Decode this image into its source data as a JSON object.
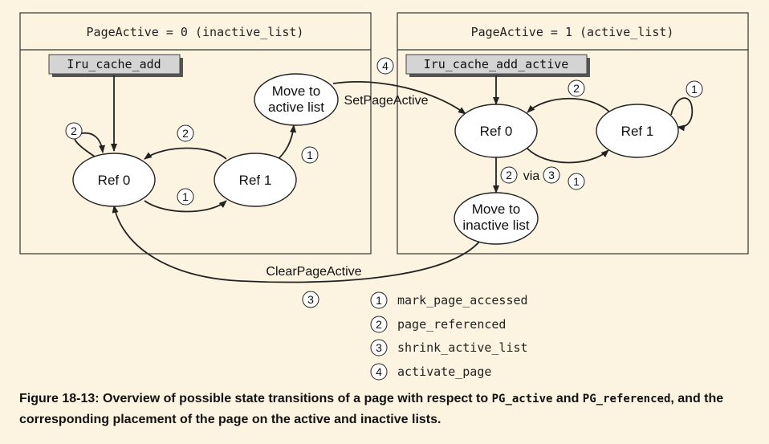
{
  "panels": {
    "left_title": "PageActive = 0 (inactive_list)",
    "right_title": "PageActive = 1 (active_list)"
  },
  "functions": {
    "left": "Iru_cache_add",
    "right": "Iru_cache_add_active"
  },
  "states": {
    "left_ref0": "Ref 0",
    "left_ref1": "Ref 1",
    "move_active_line1": "Move to",
    "move_active_line2": "active list",
    "right_ref0": "Ref 0",
    "right_ref1": "Ref 1",
    "move_inactive_line1": "Move to",
    "move_inactive_line2": "inactive list"
  },
  "transitions": {
    "set_active": "SetPageActive",
    "clear_active": "ClearPageActive",
    "via": "via"
  },
  "markers": {
    "one": "1",
    "two": "2",
    "three": "3",
    "four": "4"
  },
  "legend": [
    {
      "num": "1",
      "label": "mark_page_accessed"
    },
    {
      "num": "2",
      "label": "page_referenced"
    },
    {
      "num": "3",
      "label": "shrink_active_list"
    },
    {
      "num": "4",
      "label": "activate_page"
    }
  ],
  "caption": {
    "part1": "Figure 18-13: Overview of possible state transitions of a page with respect to ",
    "code1": "PG_active",
    "part2": " and ",
    "code2": "PG_referenced",
    "part3": ", and the corresponding placement of the page on the active and inactive lists."
  }
}
